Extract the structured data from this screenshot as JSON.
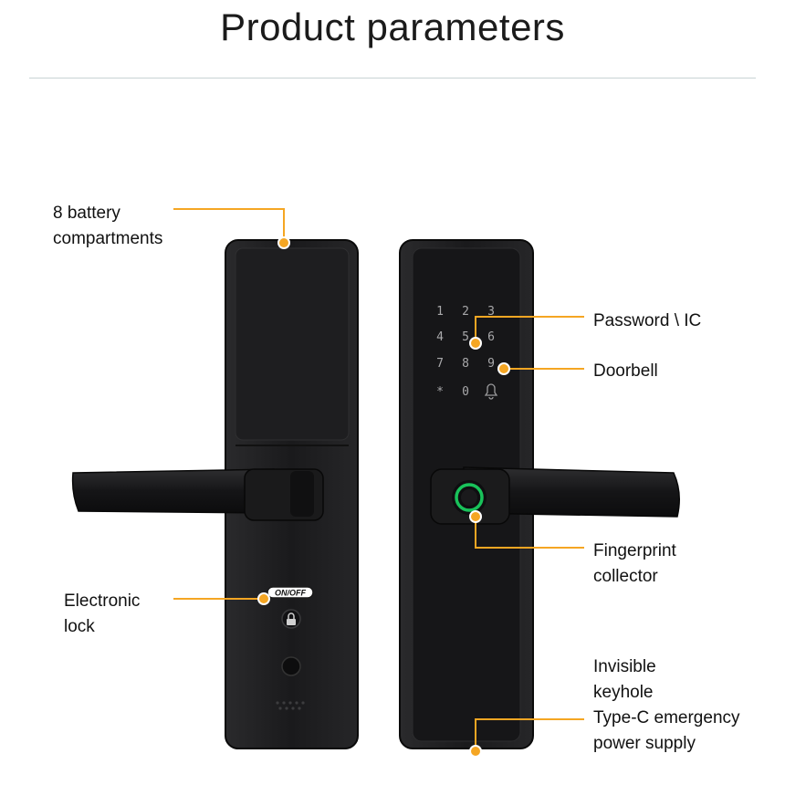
{
  "page": {
    "title": "Product parameters"
  },
  "accent_color": "#f5a623",
  "device_color": "#1c1c1e",
  "indicator_color": "#19c25a",
  "keypad": {
    "keys": [
      "1",
      "2",
      "3",
      "4",
      "5",
      "6",
      "7",
      "8",
      "9",
      "*",
      "0",
      "bell-icon"
    ]
  },
  "front_panel": {
    "power_button_label": "ON/OFF"
  },
  "callouts": {
    "battery": {
      "line1": "8 battery",
      "line2": "compartments"
    },
    "electronic_lock": {
      "line1": "Electronic",
      "line2": "lock"
    },
    "password": {
      "line1": "Password \\ IC"
    },
    "doorbell": {
      "line1": "Doorbell"
    },
    "fingerprint": {
      "line1": "Fingerprint",
      "line2": "collector"
    },
    "keyhole": {
      "line1": "Invisible",
      "line2": "keyhole",
      "line3": "Type-C emergency",
      "line4": "power supply"
    }
  }
}
